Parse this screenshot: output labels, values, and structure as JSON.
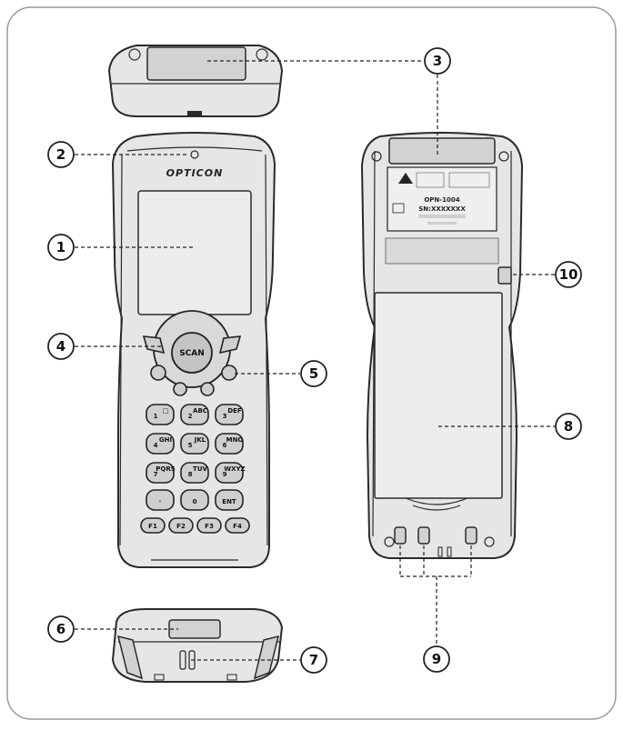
{
  "brand": "OPTICON",
  "scan_label": "SCAN",
  "number_keys": [
    {
      "main": "1",
      "sub": "□"
    },
    {
      "main": "2",
      "sub": "ABC"
    },
    {
      "main": "3",
      "sub": "DEF"
    },
    {
      "main": "4",
      "sub": "GHI"
    },
    {
      "main": "5",
      "sub": "JKL"
    },
    {
      "main": "6",
      "sub": "MNO"
    },
    {
      "main": "7",
      "sub": "PQRS"
    },
    {
      "main": "8",
      "sub": "TUV"
    },
    {
      "main": "9",
      "sub": "WXYZ"
    },
    {
      "main": "·",
      "sub": ""
    },
    {
      "main": "0",
      "sub": ""
    },
    {
      "main": "ENT",
      "sub": ""
    }
  ],
  "function_keys": [
    "F1",
    "F2",
    "F3",
    "F4"
  ],
  "back_label": {
    "model": "OPN-1004",
    "serial": "SN:XXXXXXX"
  },
  "callouts": [
    "1",
    "2",
    "3",
    "4",
    "5",
    "6",
    "7",
    "8",
    "9",
    "10"
  ]
}
